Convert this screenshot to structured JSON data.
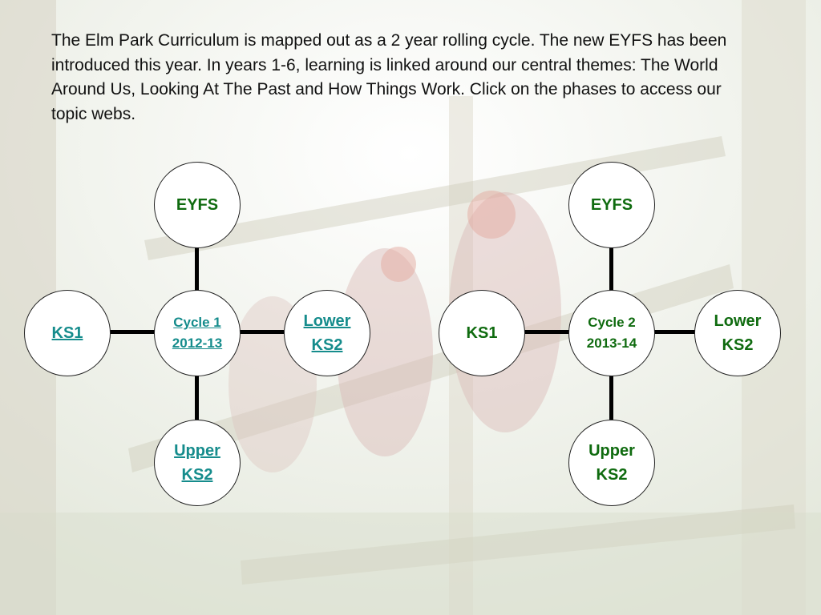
{
  "intro_text": "The Elm Park Curriculum is mapped out as a 2 year rolling cycle. The new EYFS has been introduced this year. In years 1-6, learning is linked around our central themes: The World Around Us, Looking At The Past and How Things Work. Click on the phases to access our topic webs.",
  "colors": {
    "link": "#158c8c",
    "label": "#0f6b0f",
    "connector": "#000000"
  },
  "cycle1": {
    "hub_line1": "Cycle 1",
    "hub_line2": "2012-13",
    "top": "EYFS",
    "left": "KS1",
    "right_line1": "Lower",
    "right_line2": "KS2",
    "bottom_line1": "Upper",
    "bottom_line2": "KS2"
  },
  "cycle2": {
    "hub_line1": "Cycle 2",
    "hub_line2": "2013-14",
    "top": "EYFS",
    "left": "KS1",
    "right_line1": "Lower",
    "right_line2": "KS2",
    "bottom_line1": "Upper",
    "bottom_line2": "KS2"
  }
}
